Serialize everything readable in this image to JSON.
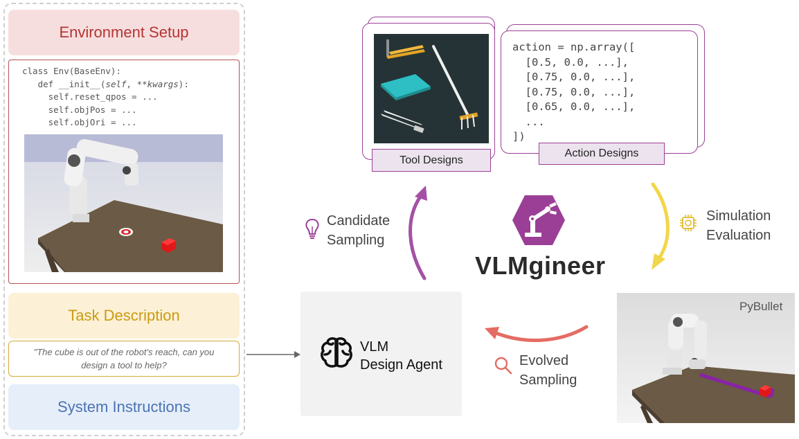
{
  "left_panel": {
    "environment_setup": "Environment Setup",
    "code_lines": [
      "class Env(BaseEnv):",
      "def __init__(",
      "self",
      ", **",
      "kwargs",
      "):",
      "self.reset_qpos = ...",
      "self.objPos = ...",
      "self.objOri = ..."
    ],
    "task_description": "Task Description",
    "task_quote_line1": "\"The cube is out of the robot's reach, can you",
    "task_quote_line2": "design a tool to help?",
    "system_instructions": "System Instructions"
  },
  "top": {
    "tool_designs": "Tool Designs",
    "action_designs": "Action Designs",
    "action_code": [
      "action = np.array([",
      "  [0.5, 0.0, ...],",
      "  [0.75, 0.0, ...],",
      "  [0.75, 0.0, ...],",
      "  [0.65, 0.0, ...],",
      "  ...",
      "])"
    ]
  },
  "center": {
    "title": "VLMgineer",
    "agent_line1": "VLM",
    "agent_line2": "Design Agent",
    "candidate_line1": "Candidate",
    "candidate_line2": "Sampling",
    "evolved_line1": "Evolved",
    "evolved_line2": "Sampling",
    "simulation_line1": "Simulation",
    "simulation_line2": "Evaluation",
    "pybullet": "PyBullet"
  },
  "icons": {
    "lightbulb": "lightbulb-icon",
    "search": "search-icon",
    "chip": "chip-icon",
    "brain": "brain-icon",
    "robot_arm_hex": "robot-arm-hexagon-icon"
  },
  "colors": {
    "purple": "#9b3f96",
    "yellow": "#f2d64b",
    "coral": "#e46c63",
    "env_red": "#b53333",
    "task_gold": "#c99b12",
    "system_blue": "#4a74b0"
  }
}
